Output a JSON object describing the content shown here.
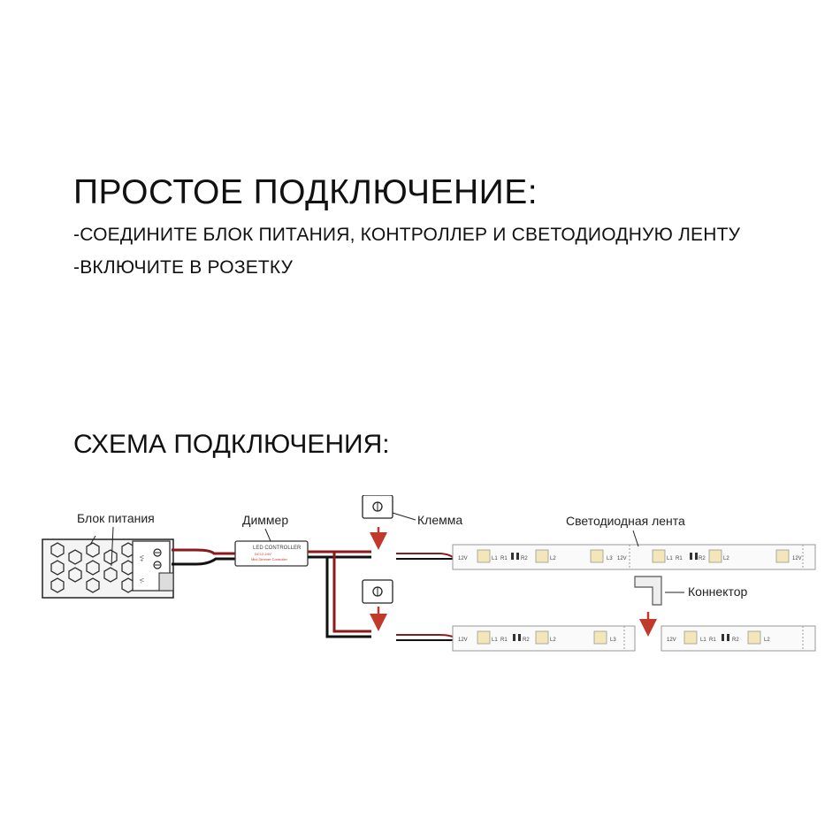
{
  "heading": "ПРОСТОЕ ПОДКЛЮЧЕНИЕ:",
  "steps": [
    "-СОЕДИНИТЕ БЛОК ПИТАНИЯ, КОНТРОЛЛЕР И СВЕТОДИОДНУЮ ЛЕНТУ",
    "-ВКЛЮЧИТЕ В РОЗЕТКУ"
  ],
  "scheme_title": "СХЕМА ПОДКЛЮЧЕНИЯ:",
  "diagram": {
    "labels": {
      "power_supply": "Блок питания",
      "dimmer": "Диммер",
      "terminal": "Клемма",
      "led_strip": "Светодиодная лента",
      "connector": "Коннектор"
    },
    "dimmer_text": [
      "LED CONTROLLER",
      "DC12-24V",
      "Mini Dimmer Controller"
    ],
    "psu_terminals": [
      "V+",
      "V-"
    ],
    "strip_marks": [
      "L1",
      "R1",
      "R2",
      "L2",
      "L3",
      "12V"
    ],
    "colors": {
      "wire_red": "#8b1a1a",
      "wire_black": "#111111",
      "arrow": "#c0392b"
    }
  }
}
